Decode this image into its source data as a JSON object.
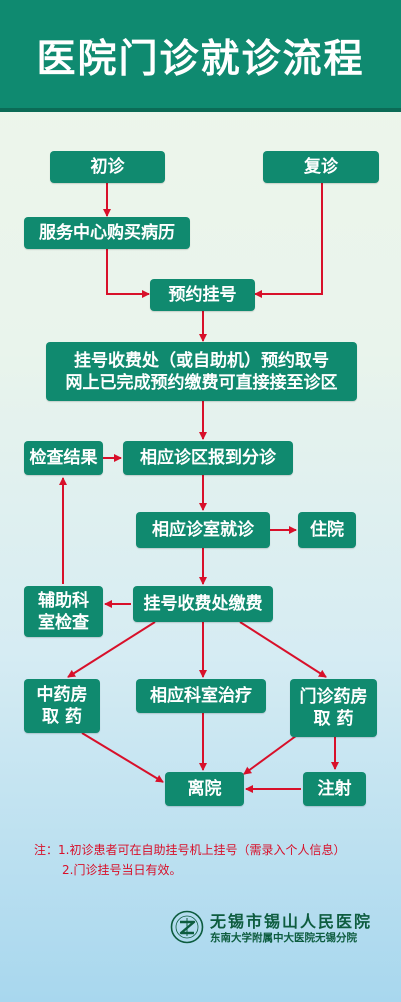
{
  "header": {
    "title": "医院门诊就诊流程"
  },
  "flow": {
    "first_visit": "初诊",
    "return_visit": "复诊",
    "service_center": "服务中心购买病历",
    "registration": "预约挂号",
    "pay_line1": "挂号收费处（或自助机）预约取号",
    "pay_line2": "网上已完成预约缴费可直接接至诊区",
    "exam_results": "检查结果",
    "triage": "相应诊区报到分诊",
    "consult": "相应诊室就诊",
    "hospitalize": "住院",
    "aux_exam_line1": "辅助科",
    "aux_exam_line2": "室检查",
    "fee": "挂号收费处缴费",
    "tcm_line1": "中药房",
    "tcm_line2": "取 药",
    "treatment": "相应科室治疗",
    "pharmacy_line1": "门诊药房",
    "pharmacy_line2": "取 药",
    "leave": "离院",
    "injection": "注射"
  },
  "notes": {
    "line1": "注：1.初诊患者可在自助挂号机上挂号（需录入个人信息）",
    "line2": "2.门诊挂号当日有效。"
  },
  "footer": {
    "hospital_name": "无锡市锡山人民医院",
    "hospital_sub": "东南大学附属中大医院无锡分院"
  },
  "colors": {
    "header_bg": "#0f8a70",
    "box_bg": "#108a6f",
    "arrow": "#d8102a",
    "note_text": "#d8102a",
    "footer_text": "#0d5c3f"
  }
}
